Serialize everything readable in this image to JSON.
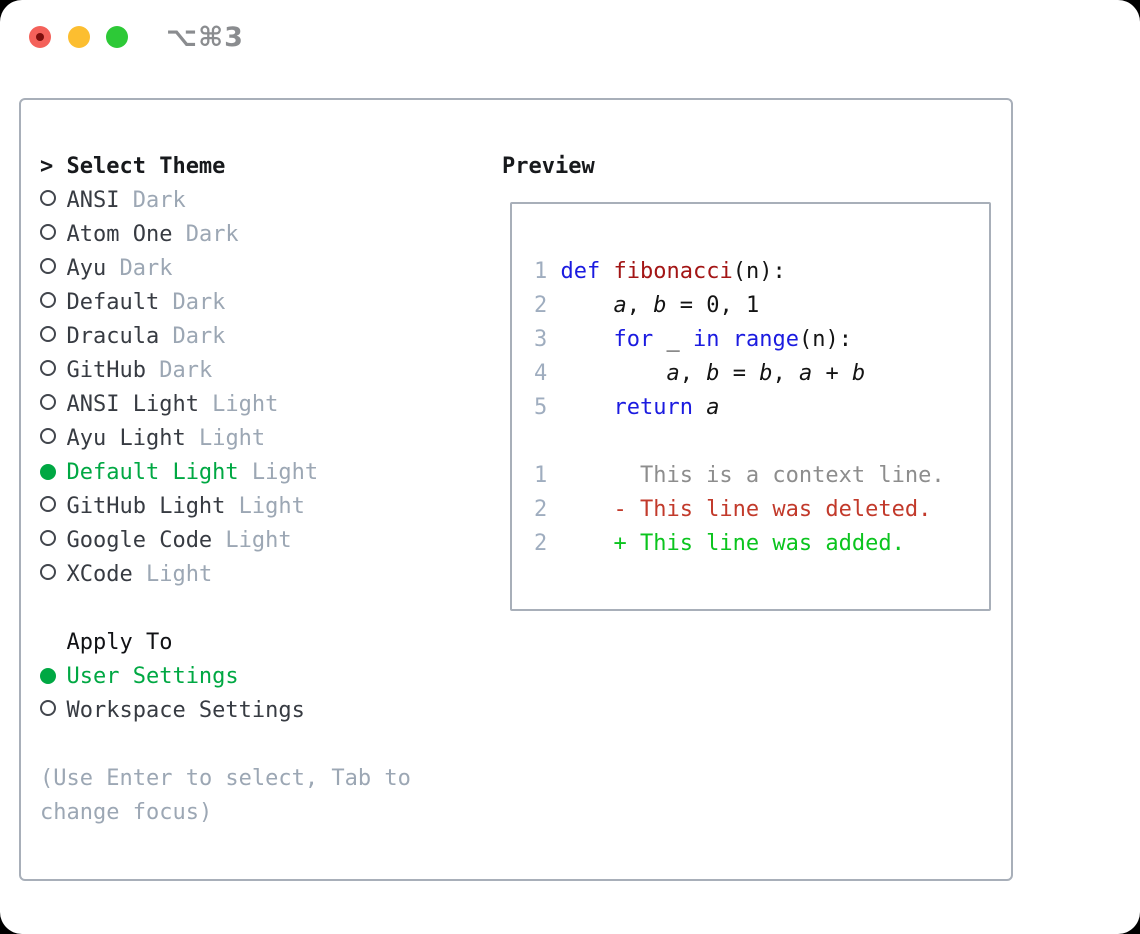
{
  "titlebar": {
    "shortcut": "⌥⌘3"
  },
  "colors": {
    "ui_green": "#00a843",
    "diff_add_green": "#0bc41e",
    "diff_del_red": "#c23a2b",
    "keyword_blue": "#1b1be0",
    "function_red": "#a31515",
    "line_number_gray": "#9fadbf",
    "muted_gray": "#9ca7b4",
    "panel_border": "#a8afb9",
    "traffic_red": "#f4615a",
    "traffic_yellow": "#fcbe30",
    "traffic_green": "#2dc937"
  },
  "left_column": {
    "rows": [
      {
        "type": "header",
        "prompt": ">",
        "label": "Select Theme"
      },
      {
        "type": "theme",
        "name": "ANSI",
        "variant": "Dark",
        "selected": false
      },
      {
        "type": "theme",
        "name": "Atom One",
        "variant": "Dark",
        "selected": false
      },
      {
        "type": "theme",
        "name": "Ayu",
        "variant": "Dark",
        "selected": false
      },
      {
        "type": "theme",
        "name": "Default",
        "variant": "Dark",
        "selected": false
      },
      {
        "type": "theme",
        "name": "Dracula",
        "variant": "Dark",
        "selected": false
      },
      {
        "type": "theme",
        "name": "GitHub",
        "variant": "Dark",
        "selected": false
      },
      {
        "type": "theme",
        "name": "ANSI Light",
        "variant": "Light",
        "selected": false
      },
      {
        "type": "theme",
        "name": "Ayu Light",
        "variant": "Light",
        "selected": false
      },
      {
        "type": "theme",
        "name": "Default Light",
        "variant": "Light",
        "selected": true
      },
      {
        "type": "theme",
        "name": "GitHub Light",
        "variant": "Light",
        "selected": false
      },
      {
        "type": "theme",
        "name": "Google Code",
        "variant": "Light",
        "selected": false
      },
      {
        "type": "theme",
        "name": "XCode",
        "variant": "Light",
        "selected": false
      },
      {
        "type": "blank"
      },
      {
        "type": "subheader",
        "label": "Apply To"
      },
      {
        "type": "apply",
        "name": "User Settings",
        "selected": true
      },
      {
        "type": "apply",
        "name": "Workspace Settings",
        "selected": false
      },
      {
        "type": "blank"
      },
      {
        "type": "hint",
        "text": "(Use Enter to select, Tab to"
      },
      {
        "type": "hint",
        "text": "change focus)"
      }
    ]
  },
  "preview": {
    "title": "Preview",
    "lines": [
      {
        "no": "1",
        "tokens": [
          {
            "c": "kw",
            "t": "def"
          },
          {
            "c": "pl",
            "t": " "
          },
          {
            "c": "fn",
            "t": "fibonacci"
          },
          {
            "c": "pl",
            "t": "(n):"
          }
        ]
      },
      {
        "no": "2",
        "tokens": [
          {
            "c": "pl",
            "t": "    "
          },
          {
            "c": "var",
            "t": "a"
          },
          {
            "c": "pl",
            "t": ", "
          },
          {
            "c": "var",
            "t": "b"
          },
          {
            "c": "pl",
            "t": " = 0, 1"
          }
        ]
      },
      {
        "no": "3",
        "tokens": [
          {
            "c": "pl",
            "t": "    "
          },
          {
            "c": "kw",
            "t": "for"
          },
          {
            "c": "pl",
            "t": " _ "
          },
          {
            "c": "kw",
            "t": "in"
          },
          {
            "c": "pl",
            "t": " "
          },
          {
            "c": "kw",
            "t": "range"
          },
          {
            "c": "pl",
            "t": "(n):"
          }
        ]
      },
      {
        "no": "4",
        "tokens": [
          {
            "c": "pl",
            "t": "        "
          },
          {
            "c": "var",
            "t": "a"
          },
          {
            "c": "pl",
            "t": ", "
          },
          {
            "c": "var",
            "t": "b"
          },
          {
            "c": "pl",
            "t": " = "
          },
          {
            "c": "var",
            "t": "b"
          },
          {
            "c": "pl",
            "t": ", "
          },
          {
            "c": "var",
            "t": "a"
          },
          {
            "c": "pl",
            "t": " + "
          },
          {
            "c": "var",
            "t": "b"
          }
        ]
      },
      {
        "no": "5",
        "tokens": [
          {
            "c": "pl",
            "t": "    "
          },
          {
            "c": "kw",
            "t": "return"
          },
          {
            "c": "pl",
            "t": " "
          },
          {
            "c": "var",
            "t": "a"
          }
        ]
      },
      {
        "no": "",
        "tokens": []
      },
      {
        "no": "1",
        "tokens": [
          {
            "c": "ctx",
            "t": "      This is a context line."
          }
        ]
      },
      {
        "no": "2",
        "tokens": [
          {
            "c": "del",
            "t": "    - This line was deleted."
          }
        ]
      },
      {
        "no": "2",
        "tokens": [
          {
            "c": "add",
            "t": "    + This line was added."
          }
        ]
      }
    ]
  }
}
